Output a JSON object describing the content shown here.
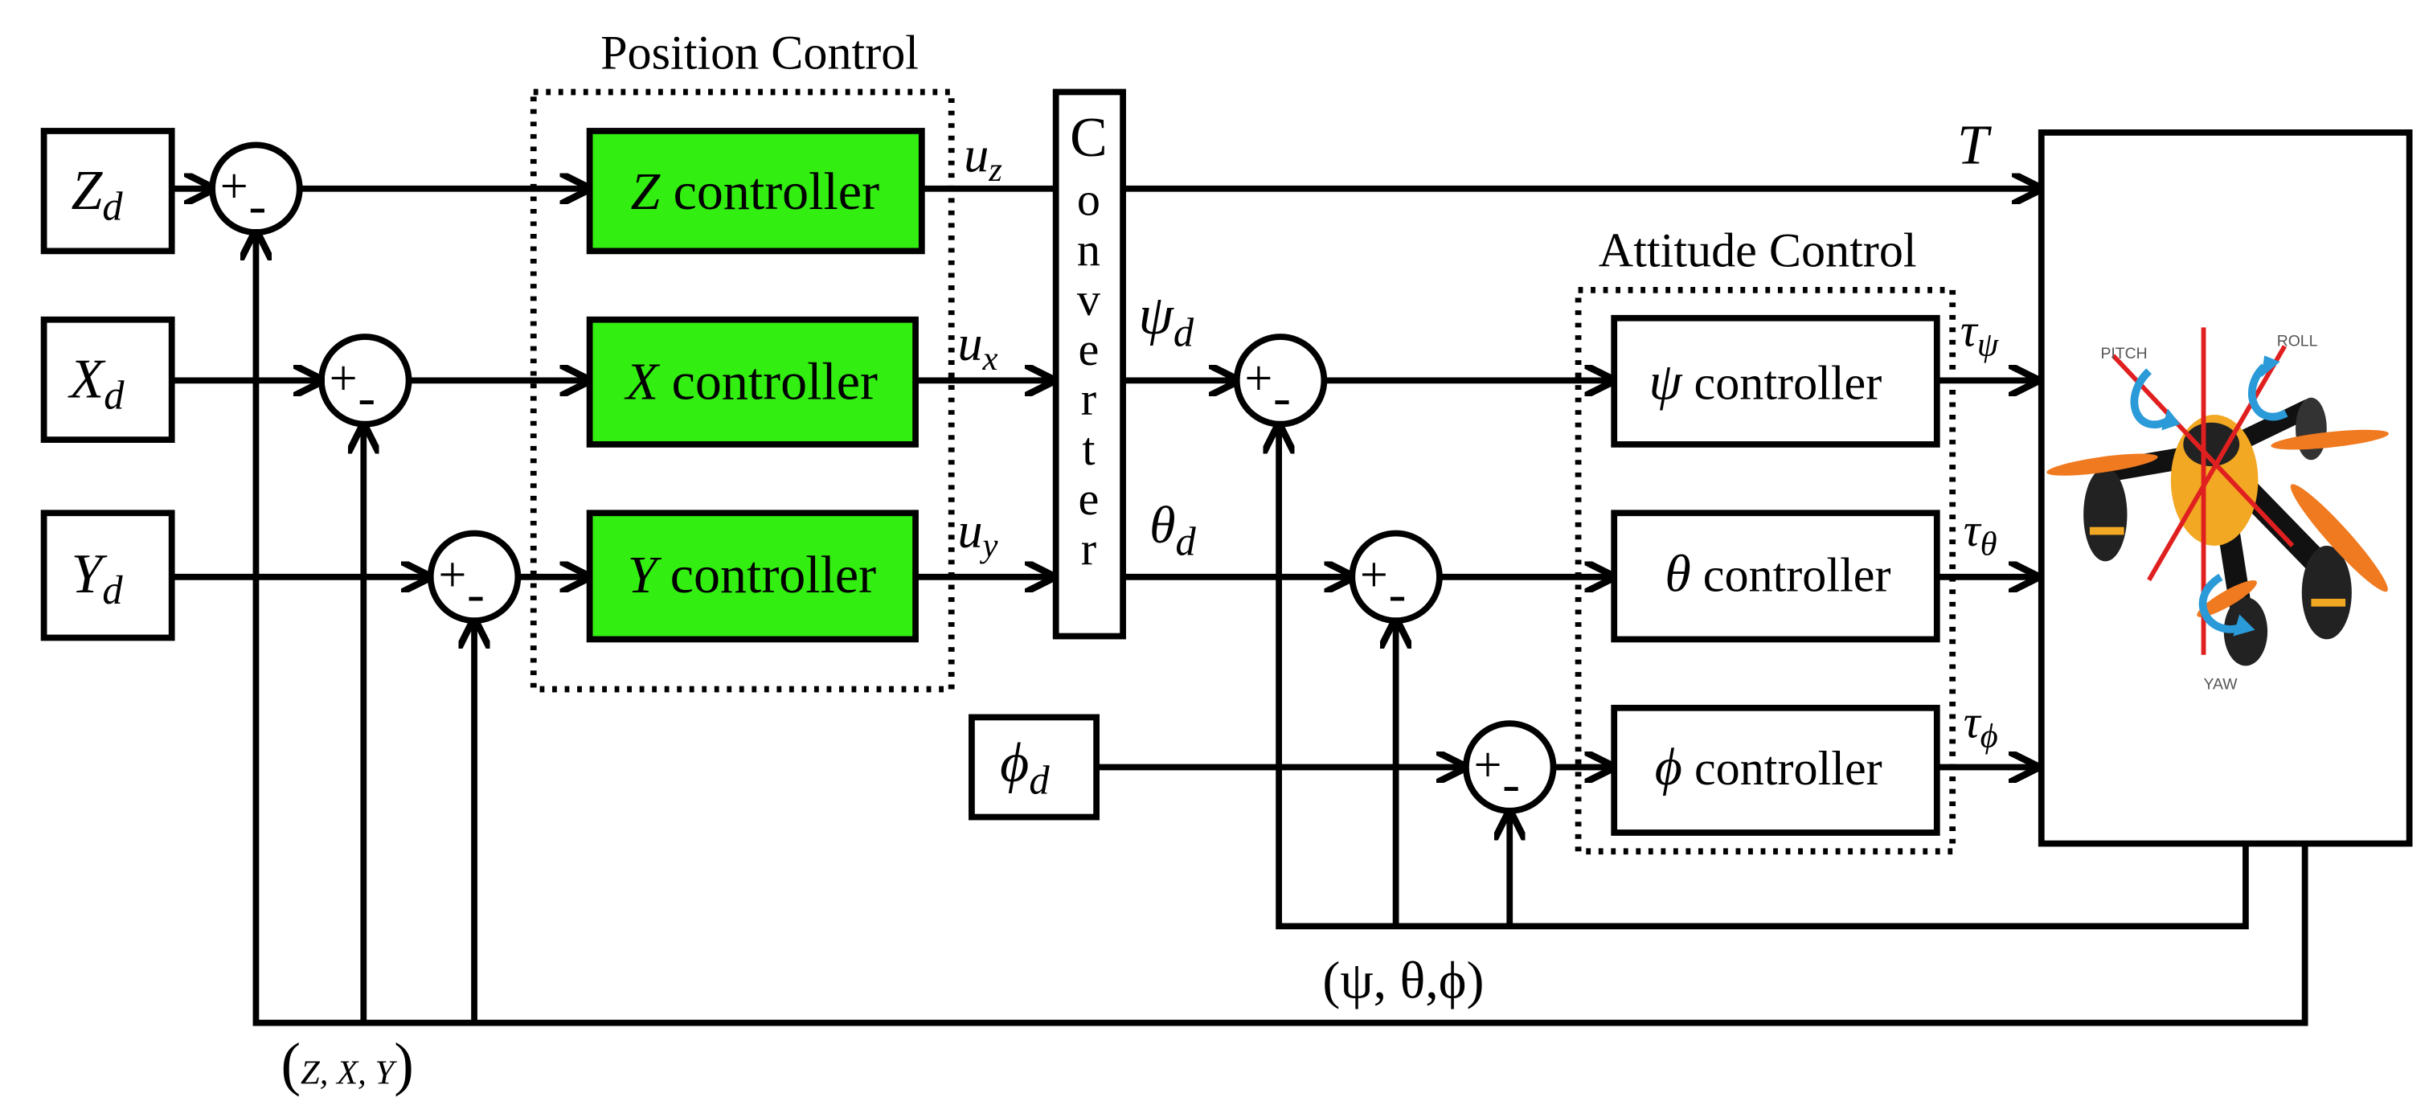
{
  "colors": {
    "controller_fill": "#33ee11",
    "line": "#000000",
    "propeller": "#f07a20",
    "axis_red": "#e02020",
    "arrow_blue": "#2a9ad8"
  },
  "position_control": {
    "title": "Position Control",
    "z_controller": {
      "var": "Z",
      "label": "controller"
    },
    "x_controller": {
      "var": "X",
      "label": "controller"
    },
    "y_controller": {
      "var": "Y",
      "label": "controller"
    }
  },
  "attitude_control": {
    "title": "Attitude Control",
    "psi_controller": {
      "var": "ψ",
      "label": "controller"
    },
    "theta_controller": {
      "var": "θ",
      "label": "controller"
    },
    "phi_controller": {
      "var": "ϕ",
      "label": "controller"
    }
  },
  "converter": {
    "letters": [
      "C",
      "o",
      "n",
      "v",
      "e",
      "r",
      "t",
      "e",
      "r"
    ]
  },
  "inputs": {
    "z_d": {
      "sym": "Z",
      "sub": "d"
    },
    "x_d": {
      "sym": "X",
      "sub": "d"
    },
    "y_d": {
      "sym": "Y",
      "sub": "d"
    },
    "phi_d": {
      "sym": "ϕ",
      "sub": "d"
    }
  },
  "signals": {
    "u_z": {
      "sym": "u",
      "sub": "z"
    },
    "u_x": {
      "sym": "u",
      "sub": "x"
    },
    "u_y": {
      "sym": "u",
      "sub": "y"
    },
    "psi_d": {
      "sym": "ψ",
      "sub": "d"
    },
    "theta_d": {
      "sym": "θ",
      "sub": "d"
    },
    "thrust": "T",
    "tau_psi": {
      "sym": "τ",
      "sub": "ψ"
    },
    "tau_theta": {
      "sym": "τ",
      "sub": "θ"
    },
    "tau_phi": {
      "sym": "τ",
      "sub": "ϕ"
    }
  },
  "summing_junction": {
    "plus": "+",
    "minus": "-"
  },
  "feedback": {
    "position": "(Z, X, Y)",
    "attitude": "(ψ, θ,ϕ)"
  },
  "drone": {
    "pitch": "PITCH",
    "roll": "ROLL",
    "yaw": "YAW"
  }
}
